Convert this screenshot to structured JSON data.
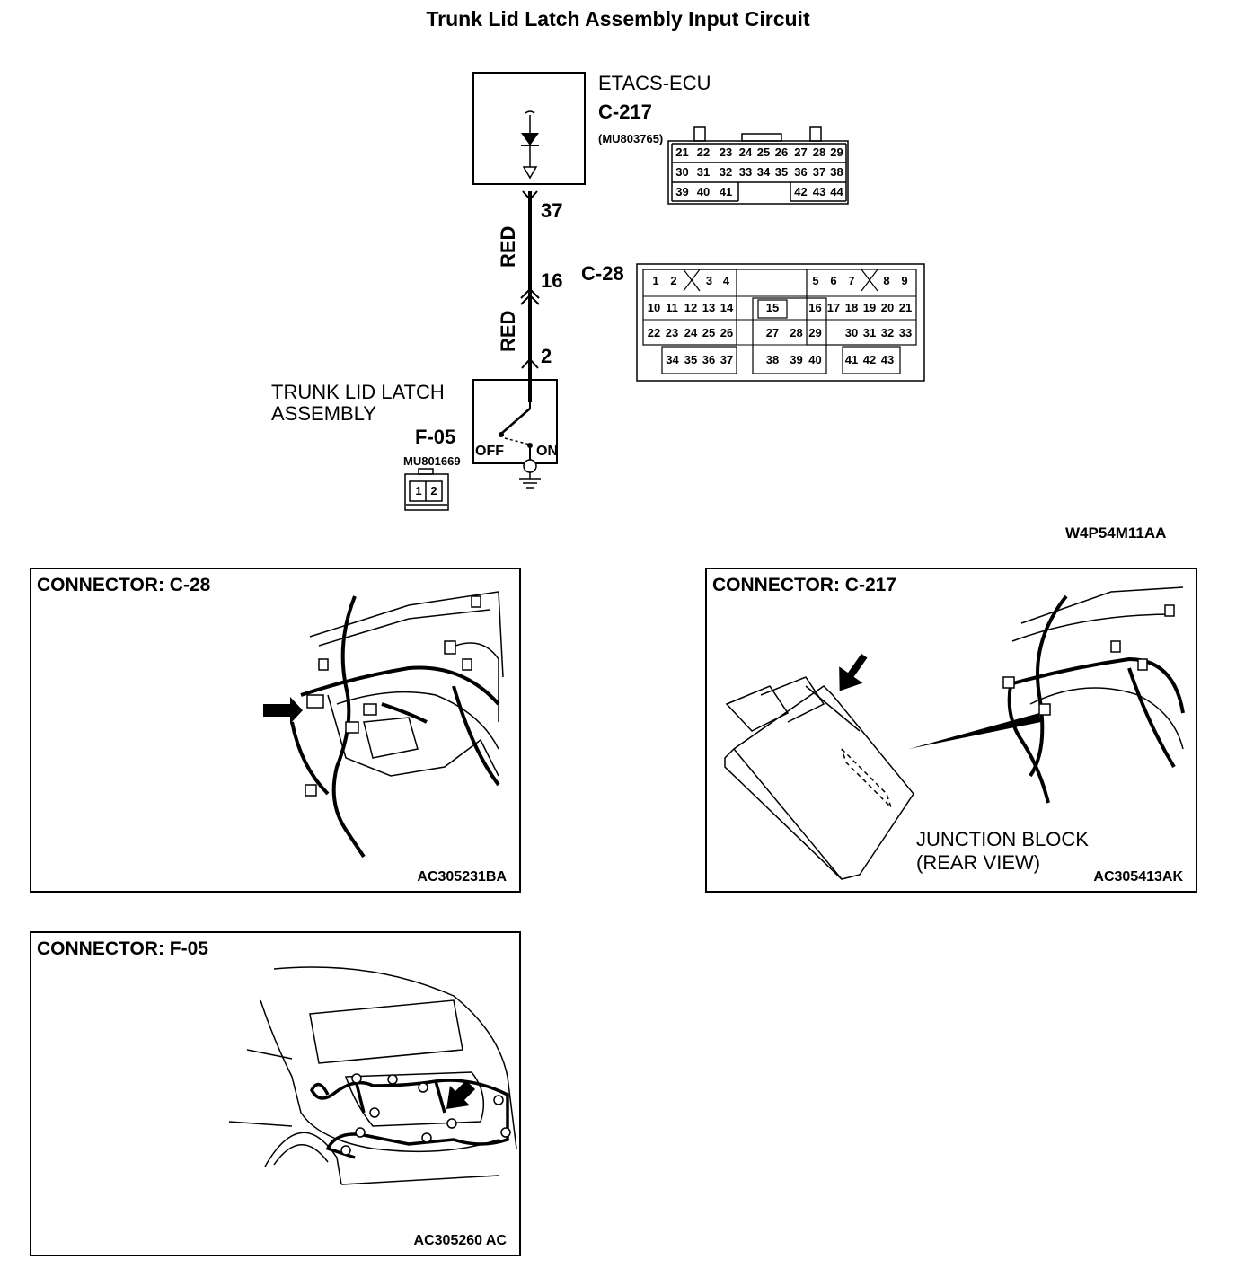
{
  "title": "Trunk Lid Latch Assembly Input Circuit",
  "diagram_code": "W4P54M11AA",
  "etacs": {
    "name": "ETACS-ECU",
    "connector": "C-217",
    "part": "(MU803765)",
    "pins_row1": [
      "21",
      "22",
      "23",
      "24",
      "25",
      "26",
      "27",
      "28",
      "29"
    ],
    "pins_row2": [
      "30",
      "31",
      "32",
      "33",
      "34",
      "35",
      "36",
      "37",
      "38"
    ],
    "pins_row3": [
      "39",
      "40",
      "41",
      "42",
      "43",
      "44"
    ]
  },
  "wire": {
    "pin_ecu": "37",
    "color1": "RED",
    "pin_mid": "16",
    "color2": "RED",
    "pin_latch": "2"
  },
  "c28": {
    "label": "C-28",
    "row1": [
      "1",
      "2",
      "3",
      "4",
      "5",
      "6",
      "7",
      "8",
      "9"
    ],
    "row2": [
      "10",
      "11",
      "12",
      "13",
      "14",
      "15",
      "16",
      "17",
      "18",
      "19",
      "20",
      "21"
    ],
    "row3": [
      "22",
      "23",
      "24",
      "25",
      "26",
      "27",
      "28",
      "29",
      "30",
      "31",
      "32",
      "33"
    ],
    "row4": [
      "34",
      "35",
      "36",
      "37",
      "38",
      "39",
      "40",
      "41",
      "42",
      "43"
    ]
  },
  "latch": {
    "name_line1": "TRUNK LID LATCH",
    "name_line2": "ASSEMBLY",
    "connector": "F-05",
    "part": "MU801669",
    "off": "OFF",
    "on": "ON",
    "pins": [
      "1",
      "2"
    ]
  },
  "panels": {
    "c28": {
      "title": "CONNECTOR: C-28",
      "code": "AC305231BA"
    },
    "c217": {
      "title": "CONNECTOR: C-217",
      "code": "AC305413AK",
      "note1": "JUNCTION BLOCK",
      "note2": "(REAR VIEW)"
    },
    "f05": {
      "title": "CONNECTOR: F-05",
      "code": "AC305260 AC"
    }
  }
}
